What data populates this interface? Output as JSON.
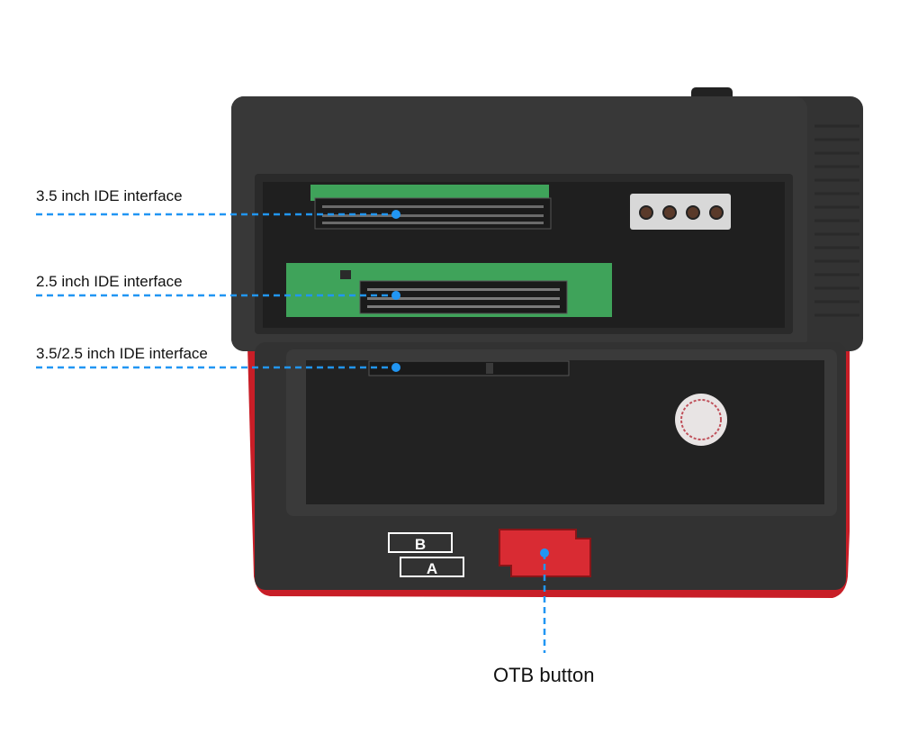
{
  "callouts": {
    "ide_35": "3.5 inch IDE interface",
    "ide_25": "2.5 inch IDE interface",
    "ide_combo": "3.5/2.5 inch IDE interface",
    "otb_button": "OTB button"
  },
  "slot_labels": {
    "b": "B",
    "a": "A"
  },
  "colors": {
    "callout_line": "#2196f3",
    "housing": "#2e2e2e",
    "accent_red": "#d3202c",
    "pcb_green": "#3fa35a"
  }
}
